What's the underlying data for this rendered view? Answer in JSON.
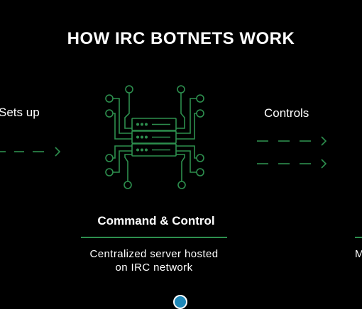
{
  "title": "HOW IRC BOTNETS WORK",
  "left_step": {
    "label": "Sets up"
  },
  "right_step": {
    "label": "Controls",
    "desc_fragment": "M"
  },
  "center": {
    "heading": "Command & Control",
    "description_line1": "Centralized server hosted",
    "description_line2": "on IRC network"
  },
  "colors": {
    "background": "#000000",
    "accent": "#2d8f4e",
    "text": "#ffffff",
    "indicator": "#1f88b8"
  },
  "icons": [
    "server-network-icon",
    "dashed-arrow-icon",
    "carousel-dot-icon"
  ]
}
